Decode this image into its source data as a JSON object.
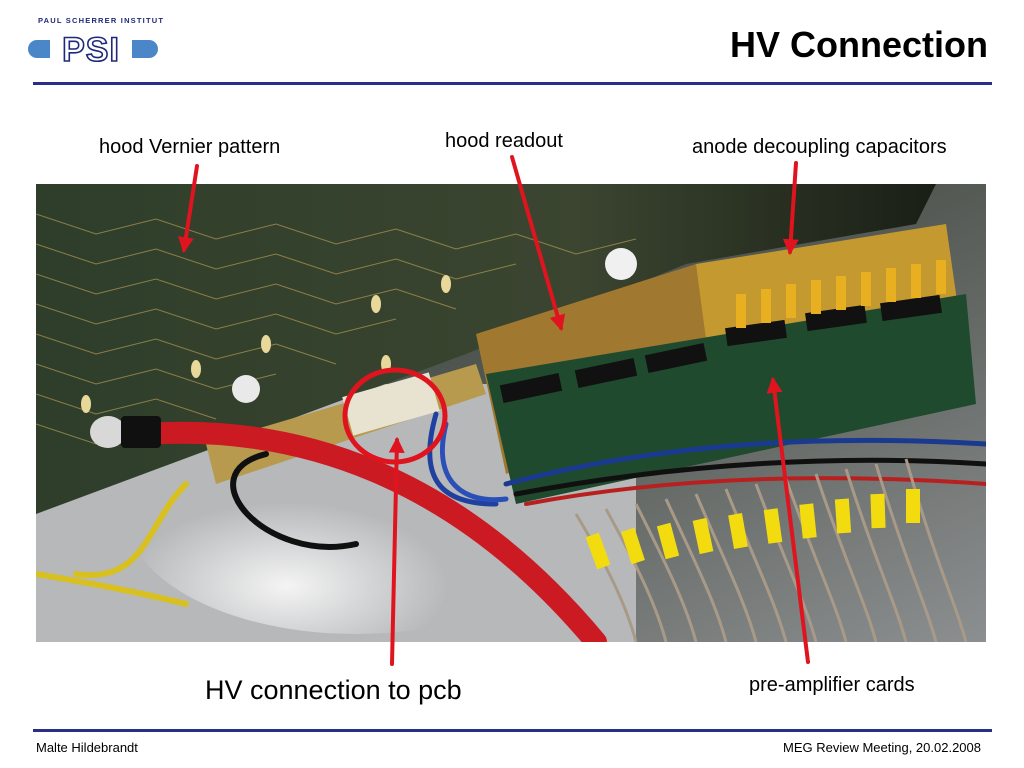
{
  "slide": {
    "title": "HV Connection",
    "logo": {
      "organization": "PAUL SCHERRER INSTITUT",
      "mark": "PSI"
    },
    "labels": {
      "hood_vernier": "hood Vernier pattern",
      "hood_readout": "hood readout",
      "anode_caps": "anode decoupling capacitors",
      "hv_connection": "HV connection to pcb",
      "preamp_cards": "pre-amplifier cards"
    },
    "footer": {
      "author": "Malte Hildebrandt",
      "event": "MEG Review Meeting, 20.02.2008"
    },
    "colors": {
      "rule": "#2a2f86",
      "arrow": "#e0141e",
      "brand": "#1e2a78",
      "logo_bar": "#4a86c8"
    }
  }
}
